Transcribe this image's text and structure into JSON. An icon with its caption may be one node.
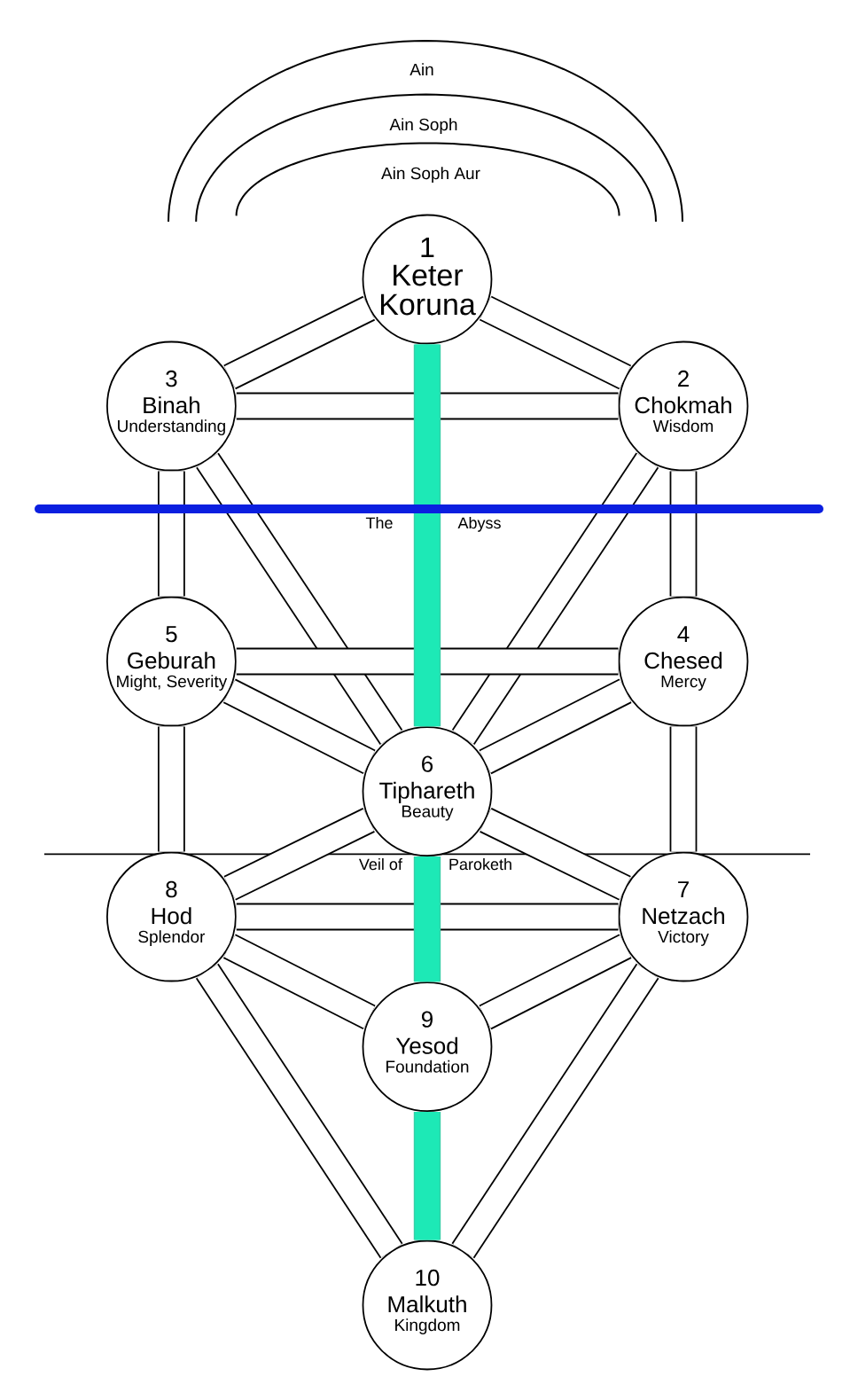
{
  "diagram": {
    "nodes": [
      {
        "text": [
          "1",
          "Keter Koruna"
        ]
      },
      {
        "text": [
          "3",
          "Binah",
          "Understanding"
        ]
      },
      {
        "text": [
          "2",
          "Chokmah",
          "Wisdom"
        ]
      },
      {
        "text": [
          "5",
          "Geburah",
          "Might, Severity"
        ]
      },
      {
        "text": [
          "4",
          "Chesed",
          "Mercy"
        ]
      },
      {
        "text": [
          "6",
          "Tiphareth",
          "Beauty"
        ]
      },
      {
        "text": [
          "8",
          "Hod",
          "Splendor"
        ]
      },
      {
        "text": [
          "7",
          "Netzach",
          "Victory"
        ]
      },
      {
        "text": [
          "9",
          "Yesod",
          "Foundation"
        ]
      },
      {
        "text": [
          "10",
          "Malkuth",
          "Kingdom"
        ]
      }
    ],
    "edges": [
      {
        "from": 0,
        "to": 2,
        "arrow": "none"
      },
      {
        "from": 0,
        "to": 1,
        "arrow": "none"
      },
      {
        "from": 1,
        "to": 2,
        "arrow": "none"
      },
      {
        "from": 1,
        "to": 3,
        "arrow": "none"
      },
      {
        "from": 1,
        "to": 5,
        "arrow": "none"
      },
      {
        "from": 2,
        "to": 4,
        "arrow": "none"
      },
      {
        "from": 2,
        "to": 5,
        "arrow": "none"
      },
      {
        "from": 3,
        "to": 4,
        "arrow": "none"
      },
      {
        "from": 3,
        "to": 5,
        "arrow": "none"
      },
      {
        "from": 4,
        "to": 5,
        "arrow": "none"
      },
      {
        "from": 3,
        "to": 6,
        "arrow": "none"
      },
      {
        "from": 4,
        "to": 7,
        "arrow": "none"
      },
      {
        "from": 5,
        "to": 6,
        "arrow": "none"
      },
      {
        "from": 5,
        "to": 7,
        "arrow": "none"
      },
      {
        "from": 6,
        "to": 7,
        "arrow": "none"
      },
      {
        "from": 6,
        "to": 8,
        "arrow": "none"
      },
      {
        "from": 7,
        "to": 8,
        "arrow": "none"
      },
      {
        "from": 6,
        "to": 9,
        "arrow": "none"
      },
      {
        "from": 7,
        "to": 9,
        "arrow": "none"
      },
      {
        "from": 0,
        "to": 5,
        "arrow": "none",
        "color": "#1de9b6"
      },
      {
        "from": 5,
        "to": 8,
        "arrow": "none",
        "color": "#1de9b6"
      },
      {
        "from": 8,
        "to": 9,
        "arrow": "none",
        "color": "#1de9b6"
      }
    ],
    "labels": [
      "Ain",
      "Ain Soph",
      "Ain Soph Aur",
      "The",
      "Abyss",
      "Veil of",
      "Paroketh"
    ]
  }
}
